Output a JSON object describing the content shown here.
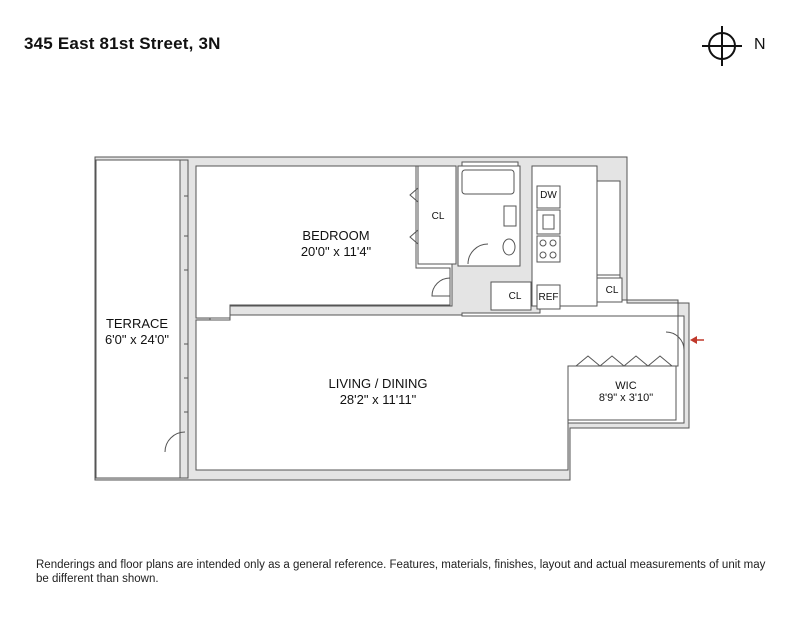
{
  "header": {
    "address": "345 East 81st Street, 3N"
  },
  "compass": {
    "label": "N",
    "icon": "north-compass-icon"
  },
  "rooms": {
    "bedroom": {
      "name": "BEDROOM",
      "dims": "20'0\" x 11'4\""
    },
    "terrace": {
      "name": "TERRACE",
      "dims": "6'0\" x 24'0\""
    },
    "living": {
      "name": "LIVING / DINING",
      "dims": "28'2\" x 11'11\""
    },
    "wic": {
      "name": "WIC",
      "dims": "8'9\" x 3'10\""
    }
  },
  "fixtures": {
    "bedroom_closet": "CL",
    "hall_closet": "CL",
    "entry_closet": "CL",
    "dishwasher": "DW",
    "refrigerator": "REF"
  },
  "colors": {
    "wall_fill": "#e4e4e4",
    "wall_stroke": "#555555",
    "entry_arrow": "#c0392b"
  },
  "footer": {
    "disclaimer": "Renderings and floor plans are intended only as a general reference. Features, materials, finishes, layout and actual measurements of unit may be different than shown."
  }
}
